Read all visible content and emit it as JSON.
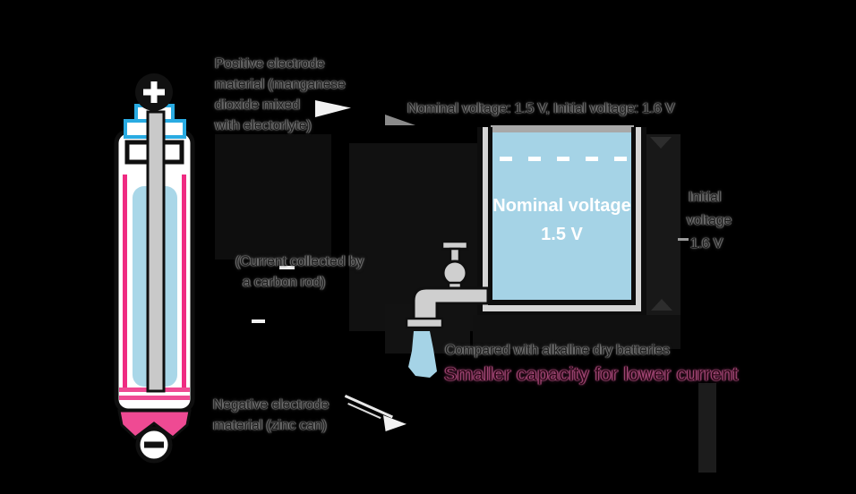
{
  "colors": {
    "background": "#000000",
    "battery_blue": "#29abe2",
    "battery_pink": "#ef2b82",
    "ribbon_pink": "#ef4a93",
    "water_blue": "#a5d3e6",
    "metal_gray": "#c9c9c9",
    "frame_gray": "#d5d5d5",
    "highlight_crimson": "#c2558c",
    "tank_text": "#ffffff"
  },
  "battery": {
    "positive_terminal_symbol": "+",
    "negative_terminal_symbol": "−",
    "annotation_positive": {
      "lines": [
        "Positive electrode",
        "material (manganese",
        "dioxide mixed",
        "with electorlyte)"
      ]
    },
    "annotation_current": {
      "lines": [
        "(Current collected by",
        "a carbon rod)"
      ]
    },
    "annotation_negative": {
      "lines": [
        "Negative electrode",
        "material (zinc can)"
      ]
    }
  },
  "voltage_note": "Nominal voltage: 1.5 V, Initial voltage: 1.6 V",
  "tank": {
    "label_lines": [
      "Nominal voltage",
      "1.5 V"
    ],
    "initial_voltage_lines": [
      "Initial",
      "voltage",
      "1.6 V"
    ]
  },
  "comparison": {
    "caption": "Compared with alkaline dry batteries",
    "highlight": "Smaller capacity for lower current"
  }
}
